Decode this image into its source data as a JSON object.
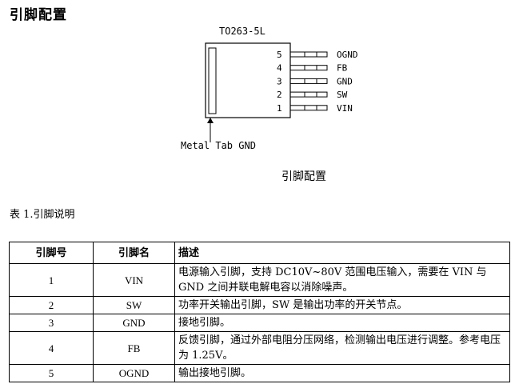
{
  "heading": "引脚配置",
  "package": {
    "name": "TO263-5L",
    "pins": [
      {
        "num": "5",
        "label": "OGND"
      },
      {
        "num": "4",
        "label": "FB"
      },
      {
        "num": "3",
        "label": "GND"
      },
      {
        "num": "2",
        "label": "SW"
      },
      {
        "num": "1",
        "label": "VIN"
      }
    ],
    "tab_label": "Metal Tab GND"
  },
  "figure_caption": "引脚配置",
  "table_title": "表 1.引脚说明",
  "table": {
    "headers": [
      "引脚号",
      "引脚名",
      "描述"
    ],
    "rows": [
      {
        "num": "1",
        "name": "VIN",
        "desc": "电源输入引脚，支持 DC10V~80V 范围电压输入，需要在 VIN 与 GND 之间并联电解电容以消除噪声。"
      },
      {
        "num": "2",
        "name": "SW",
        "desc": "功率开关输出引脚，SW 是输出功率的开关节点。"
      },
      {
        "num": "3",
        "name": "GND",
        "desc": "接地引脚。"
      },
      {
        "num": "4",
        "name": "FB",
        "desc": "反馈引脚，通过外部电阻分压网络，检测输出电压进行调整。参考电压为 1.25V。"
      },
      {
        "num": "5",
        "name": "OGND",
        "desc": "输出接地引脚。"
      }
    ]
  }
}
